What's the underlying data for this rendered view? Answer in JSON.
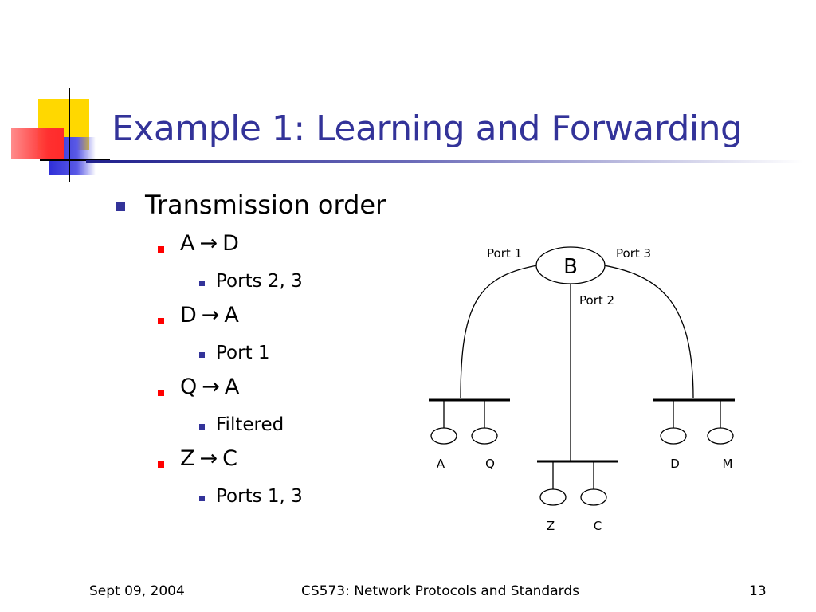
{
  "slide": {
    "title": "Example 1: Learning and Forwarding",
    "bullets": {
      "main": "Transmission order",
      "items": [
        {
          "from": "A",
          "arrow": "→",
          "to": "D",
          "result": "Ports 2, 3"
        },
        {
          "from": "D",
          "arrow": "→",
          "to": "A",
          "result": "Port 1"
        },
        {
          "from": "Q",
          "arrow": "→",
          "to": "A",
          "result": "Filtered"
        },
        {
          "from": "Z",
          "arrow": "→",
          "to": "C",
          "result": "Ports 1, 3"
        }
      ]
    },
    "diagram": {
      "bridge": "B",
      "ports": {
        "p1": "Port 1",
        "p2": "Port 2",
        "p3": "Port 3"
      },
      "hosts": {
        "a": "A",
        "q": "Q",
        "d": "D",
        "m": "M",
        "z": "Z",
        "c": "C"
      }
    },
    "footer": {
      "date": "Sept 09, 2004",
      "course": "CS573: Network Protocols and Standards",
      "page": "13"
    },
    "colors": {
      "title": "#333399",
      "bullet_l1": "#333399",
      "bullet_l2": "#ff0000",
      "bullet_l3": "#333399"
    }
  }
}
